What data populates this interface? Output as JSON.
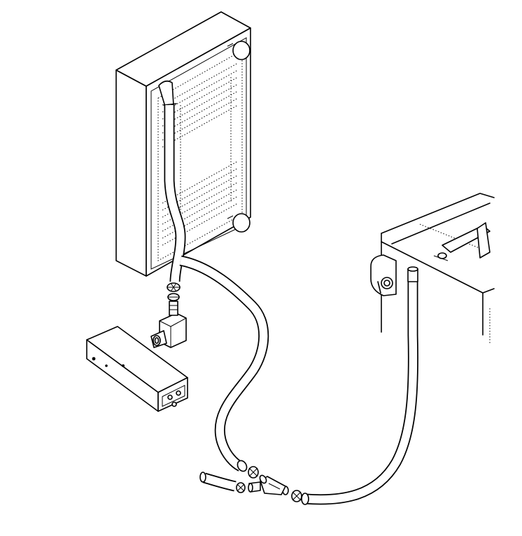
{
  "diagram": {
    "components": [
      {
        "id": "radiator",
        "icon": "radiator-cooler"
      },
      {
        "id": "upper-hose",
        "icon": "hose"
      },
      {
        "id": "long-hose",
        "icon": "hose"
      },
      {
        "id": "return-hose",
        "icon": "hose"
      },
      {
        "id": "short-hose",
        "icon": "hose"
      },
      {
        "id": "valve-block",
        "icon": "hydraulic-block"
      },
      {
        "id": "tee-fitting",
        "icon": "tee-fitting"
      },
      {
        "id": "y-fitting",
        "icon": "y-connector"
      },
      {
        "id": "hose-clamps",
        "icon": "hose-clamp"
      },
      {
        "id": "tank",
        "icon": "tank-housing"
      }
    ],
    "colors": {
      "line": "#000000",
      "background": "#ffffff"
    }
  }
}
